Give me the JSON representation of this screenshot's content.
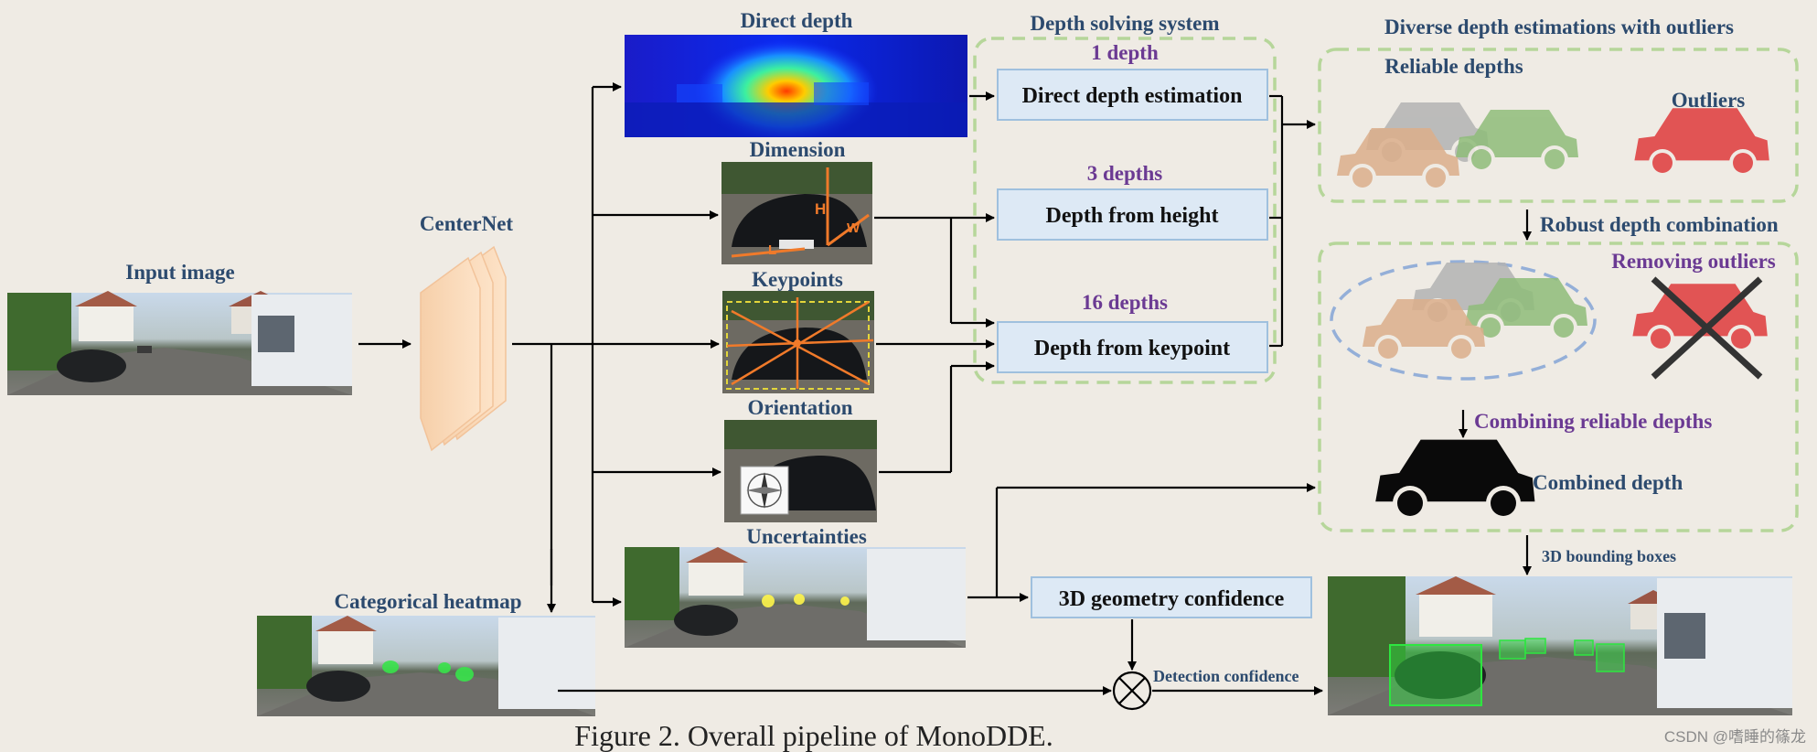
{
  "labels": {
    "input_image": "Input image",
    "centernet": "CenterNet",
    "direct_depth": "Direct depth",
    "dimension": "Dimension",
    "keypoints": "Keypoints",
    "orientation": "Orientation",
    "uncertainties": "Uncertainties",
    "categorical_heatmap": "Categorical heatmap",
    "depth_solving_system": "Depth solving system",
    "diverse_depth": "Diverse depth estimations with outliers",
    "reliable_depths": "Reliable depths",
    "outliers": "Outliers",
    "robust_combination": "Robust depth combination",
    "removing_outliers": "Removing outliers",
    "combining_reliable": "Combining reliable depths",
    "combined_depth": "Combined depth",
    "bbox_3d": "3D bounding boxes",
    "detection_confidence": "Detection confidence",
    "dim_h": "H",
    "dim_w": "W",
    "dim_l": "L"
  },
  "solvers": [
    {
      "count": "1 depth",
      "name": "Direct depth estimation"
    },
    {
      "count": "3 depths",
      "name": "Depth from height"
    },
    {
      "count": "16 depths",
      "name": "Depth from keypoint"
    }
  ],
  "geometry_confidence": "3D geometry confidence",
  "caption": "Figure 2. Overall pipeline of MonoDDE.",
  "watermark": "CSDN @嗜睡的篠龙",
  "colors": {
    "label_blue": "#2c4a6e",
    "label_purple": "#6b3a93",
    "box_fill": "#dde9f5",
    "box_stroke": "#9fc0de",
    "dash_green": "#b6d69a",
    "outlier_red": "#e15454",
    "car_gray": "#b3b3b3",
    "car_orange": "#dcaf8b",
    "car_green": "#8fbd7a"
  }
}
